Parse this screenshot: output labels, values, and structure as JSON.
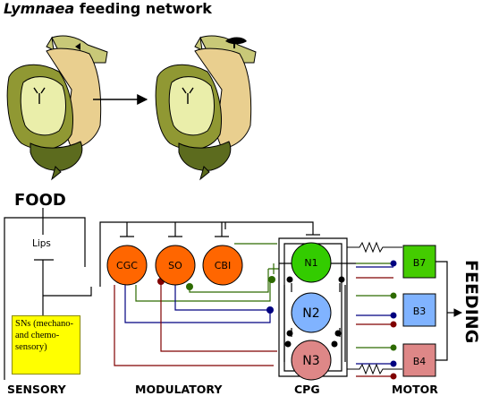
{
  "title": {
    "italic": "Lymnaea",
    "rest": " feeding network"
  },
  "food_label": "FOOD",
  "feeding_label": "FEEDING",
  "lips_label": "Lips",
  "sns_label": "SNs (mechano- and chemo-sensory)",
  "modulatory_neurons": [
    {
      "label": "CGC"
    },
    {
      "label": "SO"
    },
    {
      "label": "CBI"
    }
  ],
  "cpg_neurons": [
    {
      "label": "N1"
    },
    {
      "label": "N2"
    },
    {
      "label": "N3"
    }
  ],
  "motor_neurons": [
    {
      "label": "B7"
    },
    {
      "label": "B3"
    },
    {
      "label": "B4"
    }
  ],
  "sections": {
    "sensory": "SENSORY",
    "modulatory": "MODULATORY",
    "cpg": "CPG",
    "motor": "MOTOR"
  },
  "colors": {
    "modulatory_fill": "#ff6600",
    "n1": "#33cc00",
    "n2": "#80b3ff",
    "n3": "#de8787",
    "b7": "#44cc00",
    "b3": "#80b3ff",
    "b4": "#de8787",
    "sn_fill": "#ffff00",
    "green_line": "#2d6a00",
    "blue_line": "#000080",
    "red_line": "#800000"
  }
}
